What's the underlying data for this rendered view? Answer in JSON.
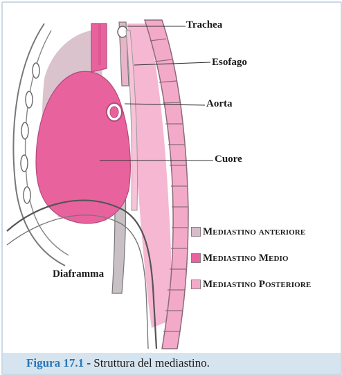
{
  "labels": {
    "trachea": "Trachea",
    "esofago": "Esofago",
    "aorta": "Aorta",
    "cuore": "Cuore",
    "diaframma": "Diaframma"
  },
  "legend": [
    {
      "text": "Mediastino anteriore",
      "color": "#d6bcc8"
    },
    {
      "text": "Mediastino Medio",
      "color": "#e8629e"
    },
    {
      "text": "Mediastino Posteriore",
      "color": "#f3aac9"
    }
  ],
  "caption": {
    "number": "Figura 17.1",
    "text": " - Struttura del mediastino."
  },
  "colors": {
    "frame": "#c9d9e6",
    "caption_bg": "#d6e4ef",
    "figure_number": "#2a76b8",
    "heart": "#e8629e",
    "anterior": "#d6bcc8",
    "posterior": "#f3aac9"
  }
}
